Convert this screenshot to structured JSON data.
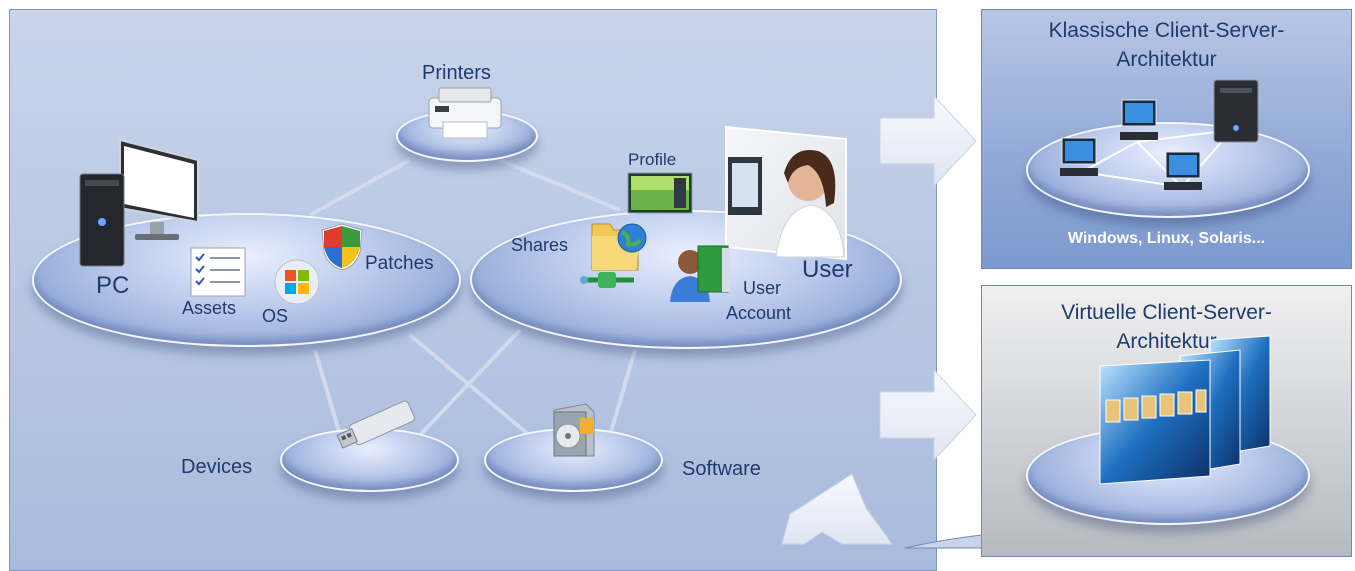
{
  "diagram": {
    "printers_label": "Printers",
    "pc_label": "PC",
    "assets_label": "Assets",
    "os_label": "OS",
    "patches_label": "Patches",
    "profile_label": "Profile",
    "shares_label": "Shares",
    "user_label": "User",
    "user_account_label_line1": "User",
    "user_account_label_line2": "Account",
    "devices_label": "Devices",
    "software_label": "Software"
  },
  "classic_panel": {
    "title_line1": "Klassische Client-Server-",
    "title_line2": "Architektur",
    "footer": "Windows, Linux, Solaris..."
  },
  "virtual_panel": {
    "title_line1": "Virtuelle Client-Server-",
    "title_line2": "Architektur"
  },
  "colors": {
    "panel_blue": "#b7c6e3",
    "label_blue": "#1f3a6e",
    "arrow_fill": "#eef2fa"
  },
  "icons": [
    "printer-icon",
    "pc-icon",
    "checklist-icon",
    "windows-logo-icon",
    "shield-icon",
    "profile-screen-icon",
    "folder-globe-icon",
    "user-icon",
    "book-icon",
    "user-photo",
    "usb-stick-icon",
    "software-box-icon",
    "server-icon",
    "monitor-icon",
    "screens-icon"
  ]
}
